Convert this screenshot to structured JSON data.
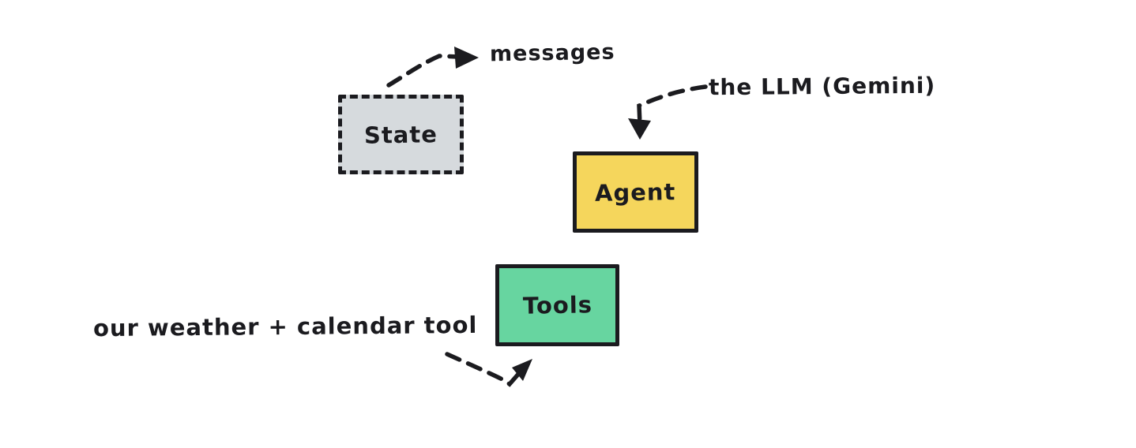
{
  "canvas": {
    "background": "#ffffff",
    "stroke_color": "#1b1b1f"
  },
  "diagram": {
    "type": "flow-sketch",
    "nodes": {
      "state": {
        "label": "State",
        "fill": "#d6dadd",
        "border_style": "dashed"
      },
      "agent": {
        "label": "Agent",
        "fill": "#f5d65c",
        "border_style": "solid"
      },
      "tools": {
        "label": "Tools",
        "fill": "#67d5a0",
        "border_style": "solid"
      }
    },
    "annotations": {
      "messages": {
        "text": "messages",
        "points_from": "state"
      },
      "llm": {
        "text": "the LLM (Gemini)",
        "points_to": "agent"
      },
      "tool_note": {
        "text": "our weather + calendar tool",
        "points_to": "tools"
      }
    },
    "arrows": {
      "state_to_messages": {
        "style": "dashed",
        "direction": "up-right"
      },
      "llm_to_agent": {
        "style": "dashed",
        "direction": "down"
      },
      "note_to_tools": {
        "style": "dashed",
        "direction": "up-right"
      }
    }
  }
}
